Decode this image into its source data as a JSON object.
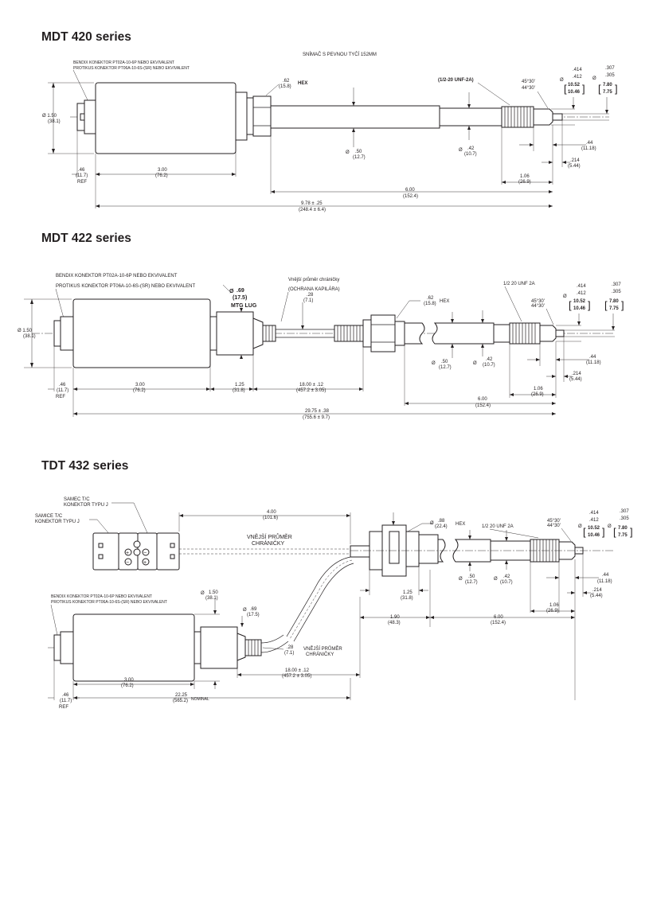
{
  "sections": {
    "mdt420": {
      "title": "MDT 420 series",
      "caption": "SNÍMAČ S PEVNOU TYČÍ 152MM",
      "connector_line1": "BENDIX KONEKTOR PT02A-10-6P NEBO EKVIVALENT",
      "connector_line2": "PROTIKUS KONEKTOR PT06A-10-6S-(SR) NEBO EKVIVALENT",
      "dia_body": "Ø 1.50",
      "dia_body_mm": "(38.1)",
      "hex": ".62",
      "hex_mm": "(15.8)",
      "hex_label": "HEX",
      "thread": "(1/2-20 UNF-2A)",
      "chamfer1": "45°30'",
      "chamfer2": "44°30'",
      "tip_dia_sym": "Ø",
      "tip_dia_in_1": ".414",
      "tip_dia_in_2": ".412",
      "tip_dia_mm_1": "10.52",
      "tip_dia_mm_2": "10.46",
      "tip_dia2_in_1": ".307",
      "tip_dia2_in_2": ".305",
      "tip_dia2_mm_1": "7.80",
      "tip_dia2_mm_2": "7.75",
      "rod_dia_sym": "Ø",
      "rod_dia": ".50",
      "rod_dia_mm": "(12.7)",
      "thread_dia_sym": "Ø",
      "thread_dia": ".42",
      "thread_dia_mm": "(10.7)",
      "tip_len": ".44",
      "tip_len_mm": "(11.18)",
      "tip_len2": ".214",
      "tip_len2_mm": "(5.44)",
      "thread_len": "1.06",
      "thread_len_mm": "(26.9)",
      "rod_len": "6.00",
      "rod_len_mm": "(152.4)",
      "ref": ".46",
      "ref_mm": "(11.7)",
      "ref_label": "REF",
      "body_len": "3.00",
      "body_len_mm": "(76.2)",
      "overall": "9.78 ± .25",
      "overall_mm": "(248.4 ± 6.4)"
    },
    "mdt422": {
      "title": "MDT 422 series",
      "connector_line1": "BENDIX KONEKTOR PT02A-10-6P NEBO EKVIVALENT",
      "connector_line2": "PROTIKUS KONEKTOR PT06A-10-6S-(SR) NEBO EKVIVALENT",
      "outer_dia_label": "Vnější průměr chráničky",
      "outer_dia_sub": "(OCHRANA KAPILÁRA)",
      "mtg_dia_sym": "Ø",
      "mtg_dia": ".69",
      "mtg_dia_mm": "(17.5)",
      "mtg_label": "MTG LUG",
      "dia_body": "Ø 1.50",
      "dia_body_mm": "(38.1)",
      "cap_dia": ".28",
      "cap_dia_mm": "(7.1)",
      "hex": ".62",
      "hex_mm": "(15.8)",
      "hex_label": "HEX",
      "thread": "1/2 20 UNF 2A",
      "chamfer1": "45°30'",
      "chamfer2": "44°30'",
      "tip_dia_sym": "Ø",
      "tip_dia_in_1": ".414",
      "tip_dia_in_2": ".412",
      "tip_dia_mm_1": "10.52",
      "tip_dia_mm_2": "10.46",
      "tip_dia2_in_1": ".307",
      "tip_dia2_in_2": ".305",
      "tip_dia2_mm_1": "7.80",
      "tip_dia2_mm_2": "7.75",
      "rod_dia_sym": "Ø",
      "rod_dia": ".50",
      "rod_dia_mm": "(12.7)",
      "thread_dia_sym": "Ø",
      "thread_dia": ".42",
      "thread_dia_mm": "(10.7)",
      "tip_len": ".44",
      "tip_len_mm": "(11.18)",
      "tip_len2": ".214",
      "tip_len2_mm": "(5.44)",
      "thread_len": "1.06",
      "thread_len_mm": "(26.9)",
      "rod_len": "6.00",
      "rod_len_mm": "(152.4)",
      "ref": ".46",
      "ref_mm": "(11.7)",
      "ref_label": "REF",
      "body_len": "3.00",
      "body_len_mm": "(76.2)",
      "lug_len": "1.25",
      "lug_len_mm": "(31.8)",
      "cap_len": "18.00 ± .12",
      "cap_len_mm": "(457.2 ± 3.05)",
      "overall": "29.75 ± .38",
      "overall_mm": "(755.6 ± 9.7)"
    },
    "tdt432": {
      "title": "TDT 432 series",
      "tc_male1": "SAMEC T/C",
      "tc_male2": "KONEKTOR TYPU J",
      "tc_female1": "SAMICE T/C",
      "tc_female2": "KONEKTOR TYPU J",
      "tc_len": "4.00",
      "tc_len_mm": "(101.6)",
      "outer_dia1": "VNĚJŠÍ PRŮMĚR",
      "outer_dia2": "CHRÁNIČKY",
      "hex_dia_sym": "Ø",
      "hex_dia": ".88",
      "hex_dia_mm": "(22.4)",
      "hex_label": "HEX",
      "thread": "1/2 20 UNF 2A",
      "chamfer1": "45°30'",
      "chamfer2": "44°30'",
      "tip_dia_sym": "Ø",
      "tip_dia_in_1": ".414",
      "tip_dia_in_2": ".412",
      "tip_dia_mm_1": "10.52",
      "tip_dia_mm_2": "10.46",
      "tip_dia2_in_1": ".307",
      "tip_dia2_in_2": ".305",
      "tip_dia2_mm_1": "7.80",
      "tip_dia2_mm_2": "7.75",
      "rod_dia_sym": "Ø",
      "rod_dia": ".50",
      "rod_dia_mm": "(12.7)",
      "thread_dia_sym": "Ø",
      "thread_dia": ".42",
      "thread_dia_mm": "(10.7)",
      "tip_len": ".44",
      "tip_len_mm": "(11.18)",
      "tip_len2": ".214",
      "tip_len2_mm": "(5.44)",
      "thread_len": "1.06",
      "thread_len_mm": "(26.9)",
      "hex_len": "1.25",
      "hex_len_mm": "(31.8)",
      "conn_line1": "BENDIX KONEKTOR PT02A-10-6P NEBO EKVIVALENT",
      "conn_line2": "PROTIKUS KONEKTOR PT06A-10-6S-(SR) NEBO EKVIVALENT",
      "dia_body_sym": "Ø",
      "dia_body": "1.50",
      "dia_body_mm": "(38.1)",
      "lug_dia_sym": "Ø",
      "lug_dia": ".69",
      "lug_dia_mm": "(17.5)",
      "cap_dia": ".28",
      "cap_dia_mm": "(7.1)",
      "outer_dia_b1": "VNĚJŠÍ PRŮMĚR",
      "outer_dia_b2": "CHRÁNIČKY",
      "gap_len": "1.90",
      "gap_len_mm": "(48.3)",
      "rod_len": "6.00",
      "rod_len_mm": "(152.4)",
      "cap_len": "18.00 ± .12",
      "cap_len_mm": "(457.2 ± 3.05)",
      "body_len": "3.00",
      "body_len_mm": "(76.2)",
      "ref": ".46",
      "ref_mm": "(11.7)",
      "ref_label": "REF",
      "overall": "22.25",
      "overall_mm": "(565.2)",
      "nominal": "NOMINAL"
    }
  }
}
